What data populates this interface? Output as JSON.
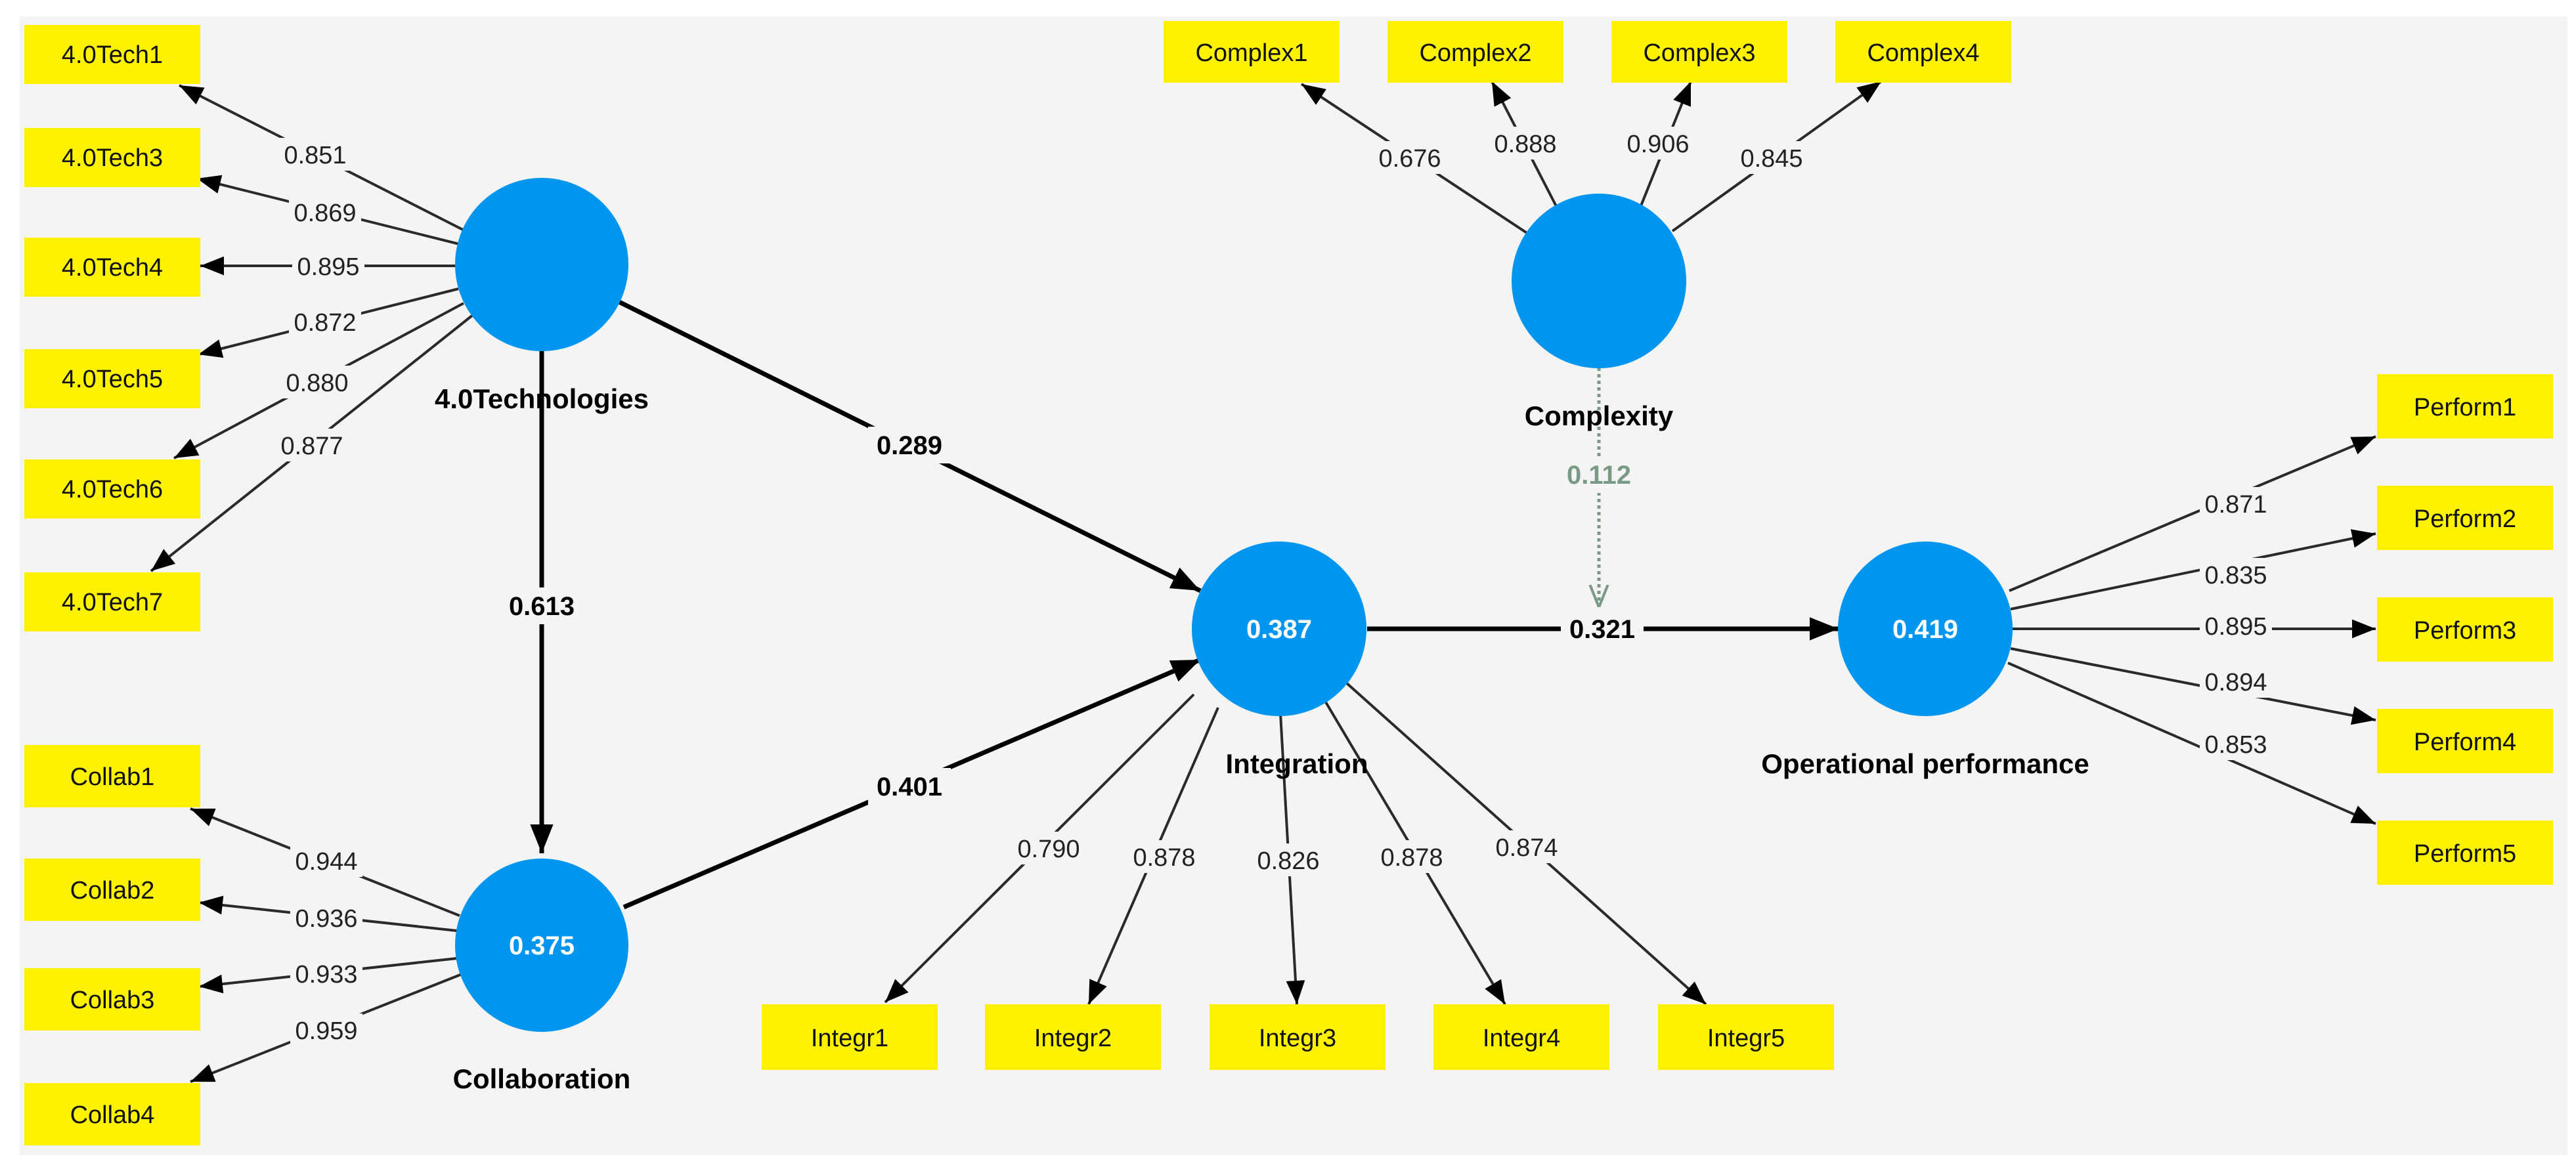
{
  "colors": {
    "canvas": "#f4f4f4",
    "construct": "#0096f0",
    "indicator": "#fff200",
    "arrow": "#000000",
    "moderating": "#7a9a86"
  },
  "constructs": {
    "tech": {
      "label": "4.0Technologies",
      "r2": ""
    },
    "collab": {
      "label": "Collaboration",
      "r2": "0.375"
    },
    "integ": {
      "label": "Integration",
      "r2": "0.387"
    },
    "complex": {
      "label": "Complexity",
      "r2": ""
    },
    "perf": {
      "label": "Operational performance",
      "r2": "0.419"
    }
  },
  "indicators": {
    "tech": [
      "4.0Tech1",
      "4.0Tech3",
      "4.0Tech4",
      "4.0Tech5",
      "4.0Tech6",
      "4.0Tech7"
    ],
    "collab": [
      "Collab1",
      "Collab2",
      "Collab3",
      "Collab4"
    ],
    "integ": [
      "Integr1",
      "Integr2",
      "Integr3",
      "Integr4",
      "Integr5"
    ],
    "complex": [
      "Complex1",
      "Complex2",
      "Complex3",
      "Complex4"
    ],
    "perf": [
      "Perform1",
      "Perform2",
      "Perform3",
      "Perform4",
      "Perform5"
    ]
  },
  "loadings": {
    "tech": [
      "0.851",
      "0.869",
      "0.895",
      "0.872",
      "0.880",
      "0.877"
    ],
    "collab": [
      "0.944",
      "0.936",
      "0.933",
      "0.959"
    ],
    "integ": [
      "0.790",
      "0.878",
      "0.826",
      "0.878",
      "0.874"
    ],
    "complex": [
      "0.676",
      "0.888",
      "0.906",
      "0.845"
    ],
    "perf": [
      "0.871",
      "0.835",
      "0.895",
      "0.894",
      "0.853"
    ]
  },
  "paths": {
    "tech_collab": "0.613",
    "tech_integ": "0.289",
    "collab_integ": "0.401",
    "integ_perf": "0.321",
    "moderation": "0.112"
  }
}
